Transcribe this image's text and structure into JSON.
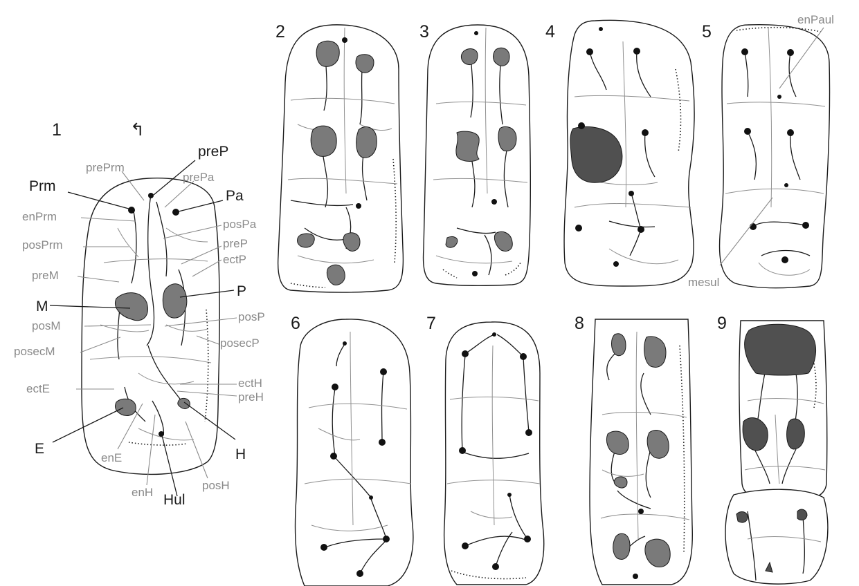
{
  "panels": [
    {
      "number": "1"
    },
    {
      "number": "2"
    },
    {
      "number": "3"
    },
    {
      "number": "4"
    },
    {
      "number": "5"
    },
    {
      "number": "6"
    },
    {
      "number": "7"
    },
    {
      "number": "8"
    },
    {
      "number": "9"
    }
  ],
  "orientation_symbol": "↰",
  "labels": {
    "prm": "Prm",
    "prep_black": "preP",
    "pa": "Pa",
    "m": "M",
    "p": "P",
    "e": "E",
    "h": "H",
    "hul": "Hul",
    "preprm": "prePrm",
    "prepa": "prePa",
    "enprm": "enPrm",
    "pospa": "posPa",
    "posprm": "posPrm",
    "prep_gray": "preP",
    "ectp": "ectP",
    "prem": "preM",
    "posm": "posM",
    "posp": "posP",
    "posecm": "posecM",
    "posecp": "posecP",
    "ecth": "ectH",
    "ecte": "ectE",
    "preh": "preH",
    "ene": "enE",
    "enh": "enH",
    "posh": "posH",
    "enpaul": "enPaul",
    "mesul": "mesul"
  }
}
